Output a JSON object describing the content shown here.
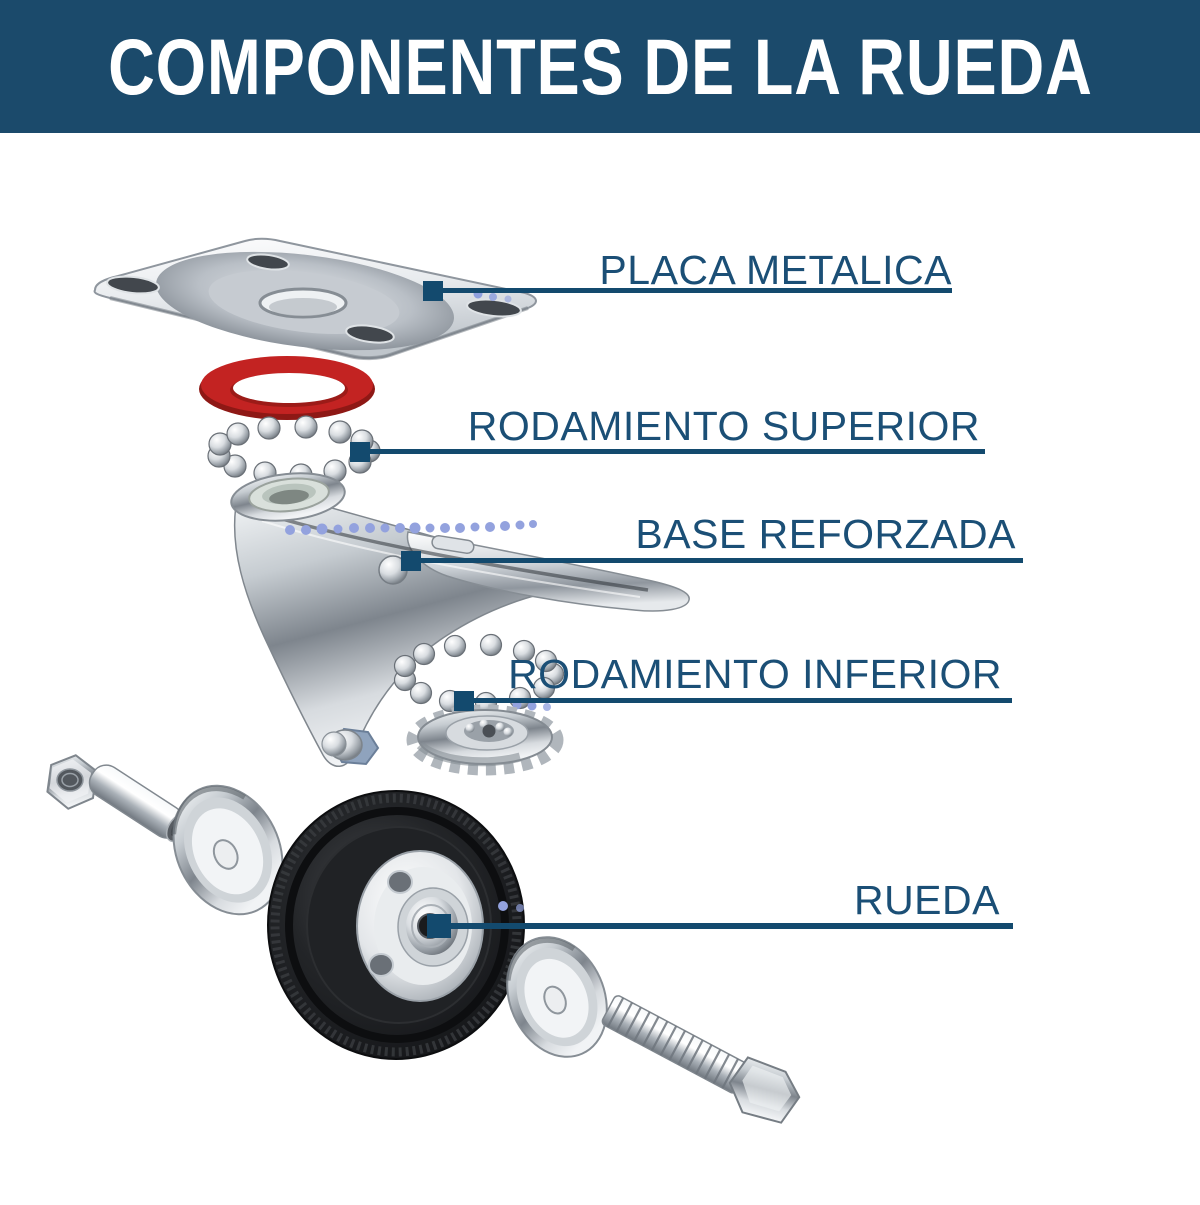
{
  "header": {
    "title": "COMPONENTES DE LA RUEDA"
  },
  "diagram": {
    "labels": [
      {
        "id": "placa-metalica",
        "text": "PLACA METALICA"
      },
      {
        "id": "rodamiento-superior",
        "text": "RODAMIENTO SUPERIOR"
      },
      {
        "id": "base-reforzada",
        "text": "BASE REFORZADA"
      },
      {
        "id": "rodamiento-inferior",
        "text": "RODAMIENTO INFERIOR"
      },
      {
        "id": "rueda",
        "text": "RUEDA"
      }
    ],
    "parts": [
      "metal-plate",
      "seal-ring",
      "upper-bearing-balls",
      "fork-base",
      "lower-bearing-balls",
      "bearing-race",
      "hex-nut",
      "axle-sleeve",
      "hub-washer-left",
      "wheel",
      "hub-washer-right",
      "axle-bolt"
    ],
    "colors": {
      "banner_bg": "#1b4a6b",
      "label_text": "#1b4f76",
      "leader_line": "#134a6e",
      "accent_dots": "#93a2de",
      "seal_ring_red": "#bf1f1f"
    }
  }
}
